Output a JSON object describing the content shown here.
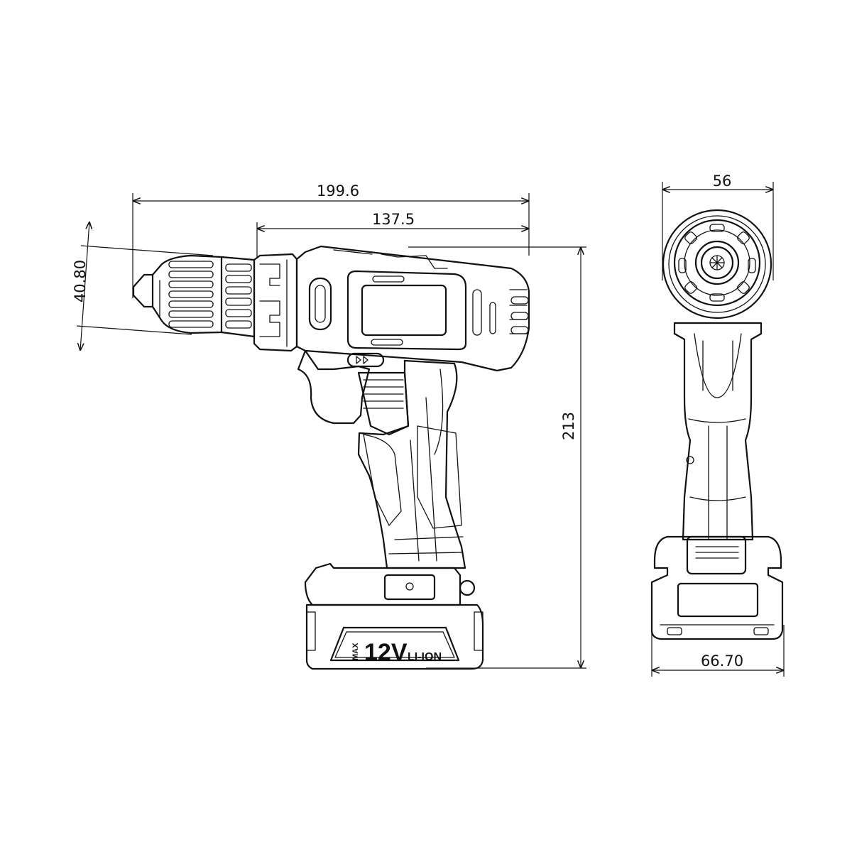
{
  "dimensions": {
    "overall_length": "199.6",
    "body_length": "137.5",
    "chuck_diameter": "40.80",
    "height": "213",
    "top_width": "56",
    "base_width": "66.70"
  },
  "battery_label": {
    "max": "MAX",
    "voltage": "12V",
    "chemistry": "LI-ION"
  },
  "colors": {
    "line": "#111111",
    "background": "#ffffff"
  }
}
